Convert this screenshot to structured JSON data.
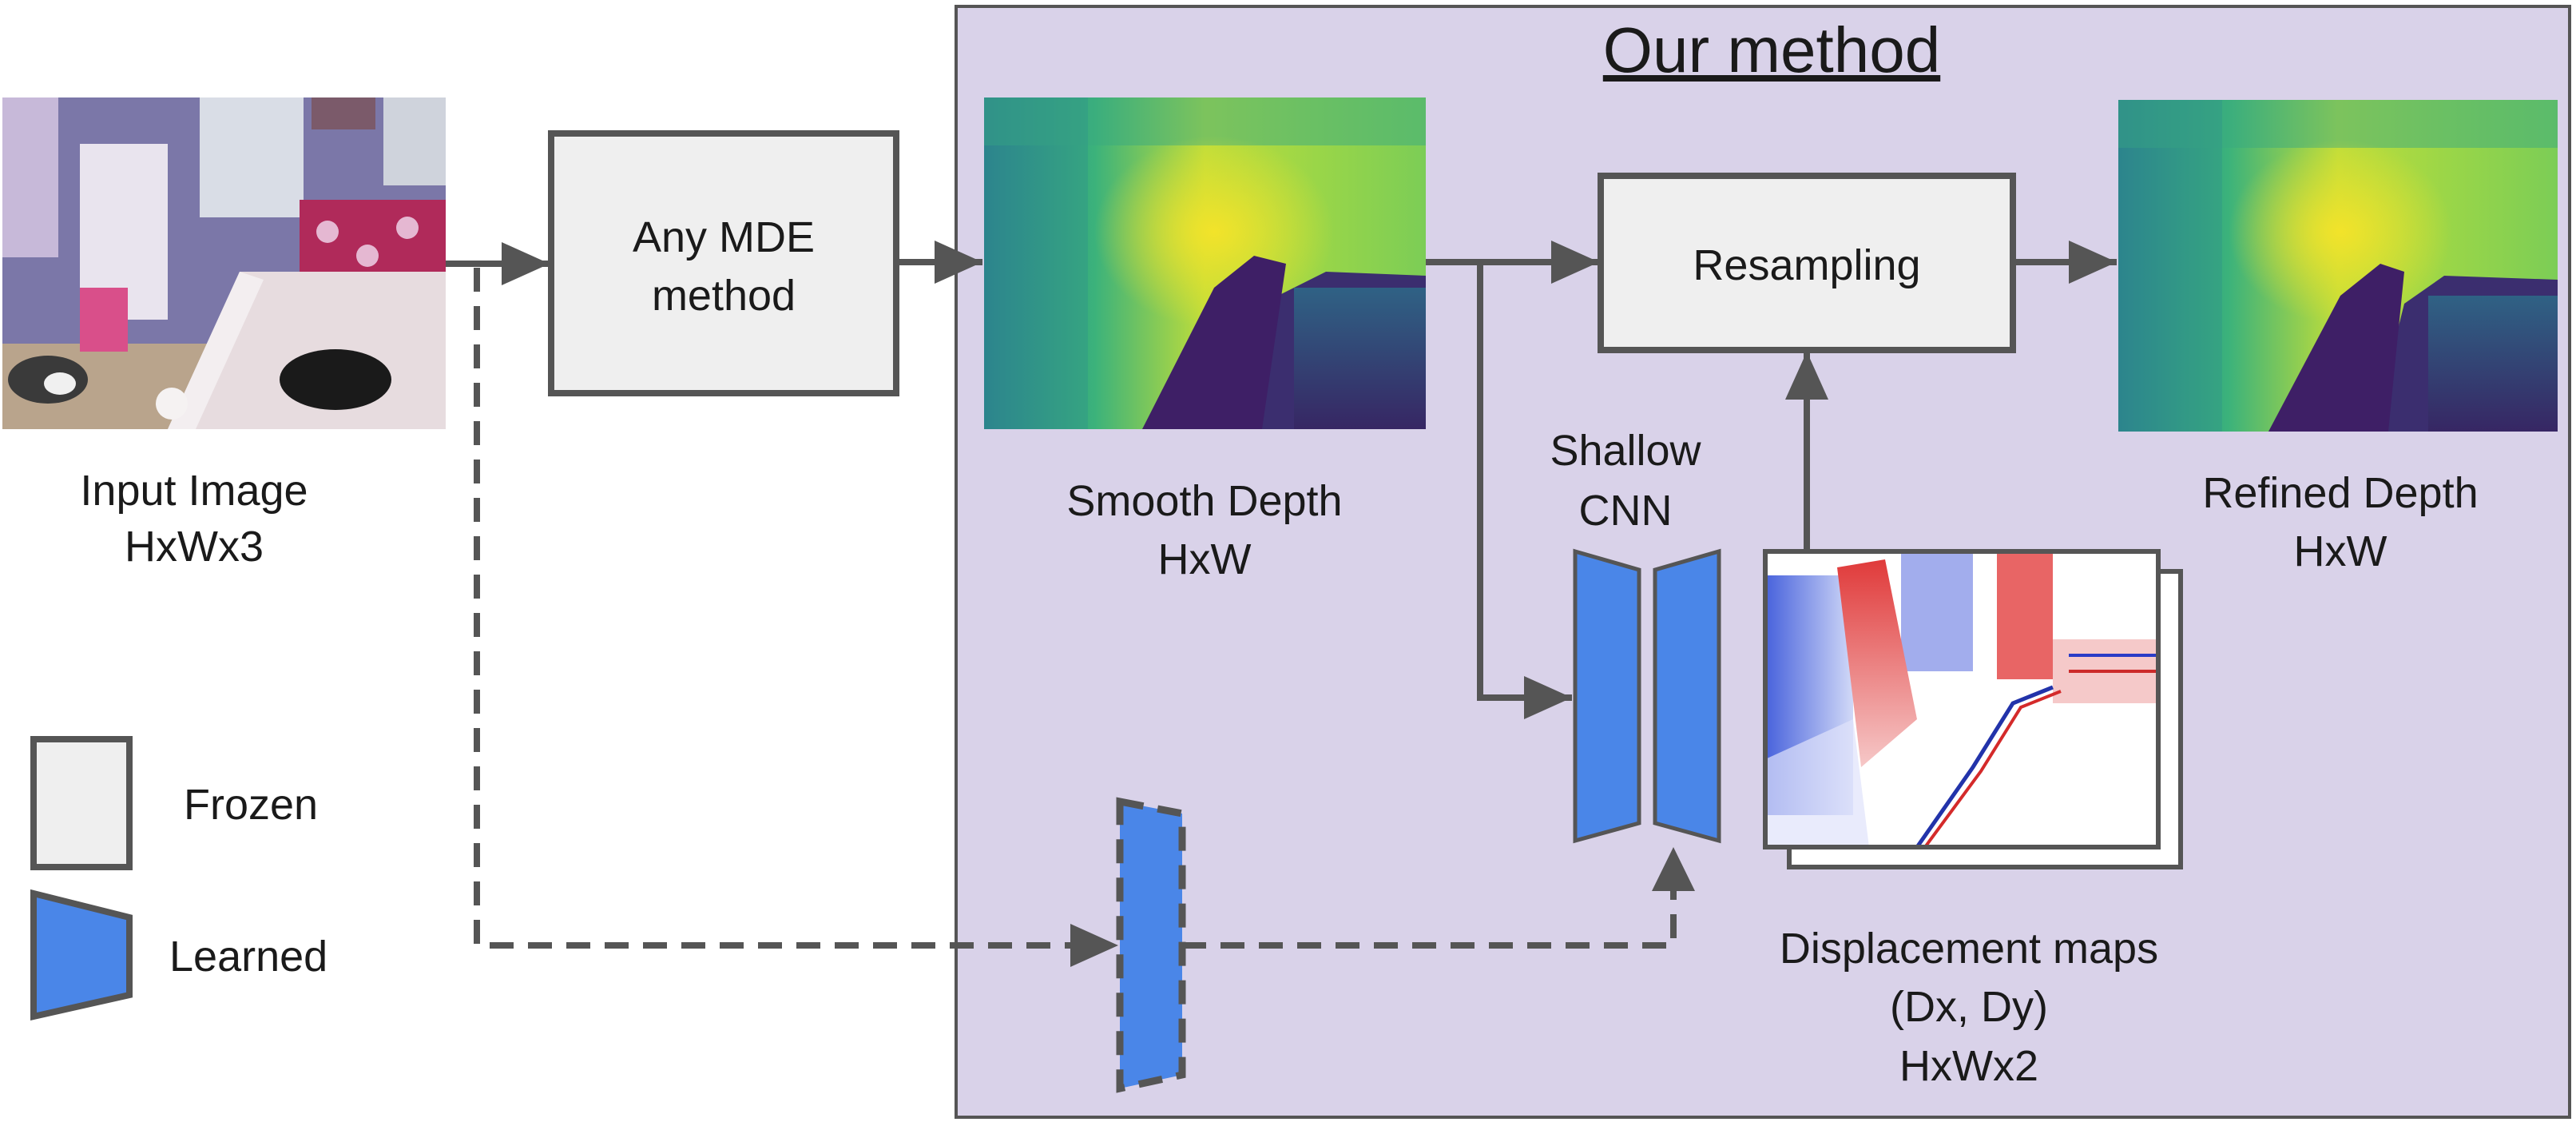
{
  "title": "Our method",
  "nodes": {
    "input_image": {
      "label_line1": "Input Image",
      "label_line2": "HxWx3"
    },
    "mde": {
      "label_line1": "Any MDE",
      "label_line2": "method"
    },
    "smooth_depth": {
      "label_line1": "Smooth Depth",
      "label_line2": "HxW"
    },
    "resampling": {
      "label": "Resampling"
    },
    "shallow_cnn": {
      "label_line1": "Shallow",
      "label_line2": "CNN"
    },
    "refined_depth": {
      "label_line1": "Refined Depth",
      "label_line2": "HxW"
    },
    "displacement": {
      "label_line1": "Displacement maps",
      "label_line2": "(Dx, Dy)",
      "label_line3": "HxWx2"
    }
  },
  "legend": {
    "frozen": "Frozen",
    "learned": "Learned"
  },
  "colors": {
    "method_bg": "#d9d2e9",
    "frozen_fill": "#efefef",
    "learned_fill": "#4a86e8",
    "stroke": "#555555",
    "text": "#1a1a1a"
  }
}
